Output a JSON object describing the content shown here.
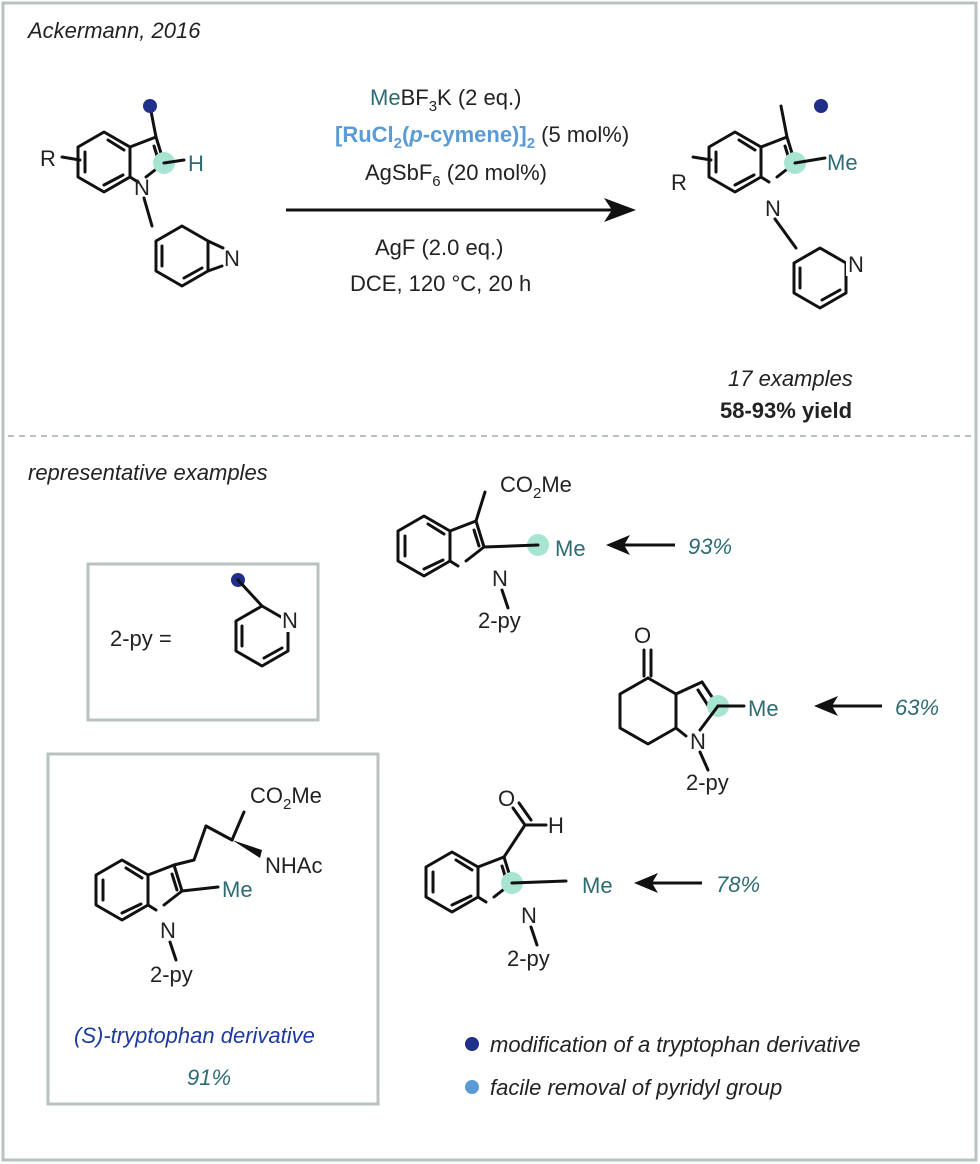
{
  "header": {
    "citation": "Ackermann, 2016"
  },
  "conditions": {
    "line1_me": "Me",
    "line1_rest": "BF",
    "line1_sub": "3",
    "line1_end": "K (2 eq.)",
    "line2_a": "[RuCl",
    "line2_sub1": "2",
    "line2_b": "(",
    "line2_p": "p",
    "line2_c": "-cymene)]",
    "line2_sub2": "2",
    "line2_end": " (5 mol%)",
    "line3_a": "AgSbF",
    "line3_sub": "6",
    "line3_end": " (20 mol%)",
    "line4": "AgF (2.0 eq.)",
    "line5": "DCE, 120 °C, 20 h"
  },
  "substrate": {
    "r_label": "R",
    "h_label": "H",
    "n_label": "N",
    "py_n_label": "N"
  },
  "product": {
    "r_label": "R",
    "me_label": "Me",
    "n_label": "N",
    "py_n_label": "N"
  },
  "scope": {
    "examples": "17 examples",
    "yield_range": "58-93% yield"
  },
  "section2": {
    "heading": "representative examples"
  },
  "py_box": {
    "label": "2-py =",
    "n_label": "N"
  },
  "examples": {
    "ex1": {
      "substituent": "CO",
      "substituent_sub": "2",
      "substituent_end": "Me",
      "me_label": "Me",
      "n_label": "N",
      "py_label": "2-py",
      "yield": "93%"
    },
    "ex2": {
      "o_label": "O",
      "me_label": "Me",
      "n_label": "N",
      "py_label": "2-py",
      "yield": "63%"
    },
    "ex3": {
      "o_label": "O",
      "h_label": "H",
      "me_label": "Me",
      "n_label": "N",
      "py_label": "2-py",
      "yield": "78%"
    },
    "trp": {
      "ester": "CO",
      "ester_sub": "2",
      "ester_end": "Me",
      "amide": "NHAc",
      "me_label": "Me",
      "n_label": "N",
      "py_label": "2-py",
      "caption": "(S)-tryptophan derivative",
      "yield": "91%"
    }
  },
  "legend": [
    {
      "text": "modification of a tryptophan derivative",
      "color": "#1f2f8a"
    },
    {
      "text": "facile removal of pyridyl group",
      "color": "#5b9bd5"
    }
  ],
  "colors": {
    "highlight": "#a8e4d2",
    "teal": "#2e6b72",
    "navy_dot": "#1f2f8a",
    "light_blue": "#5b9bd5",
    "frame": "#b9c2c0"
  }
}
